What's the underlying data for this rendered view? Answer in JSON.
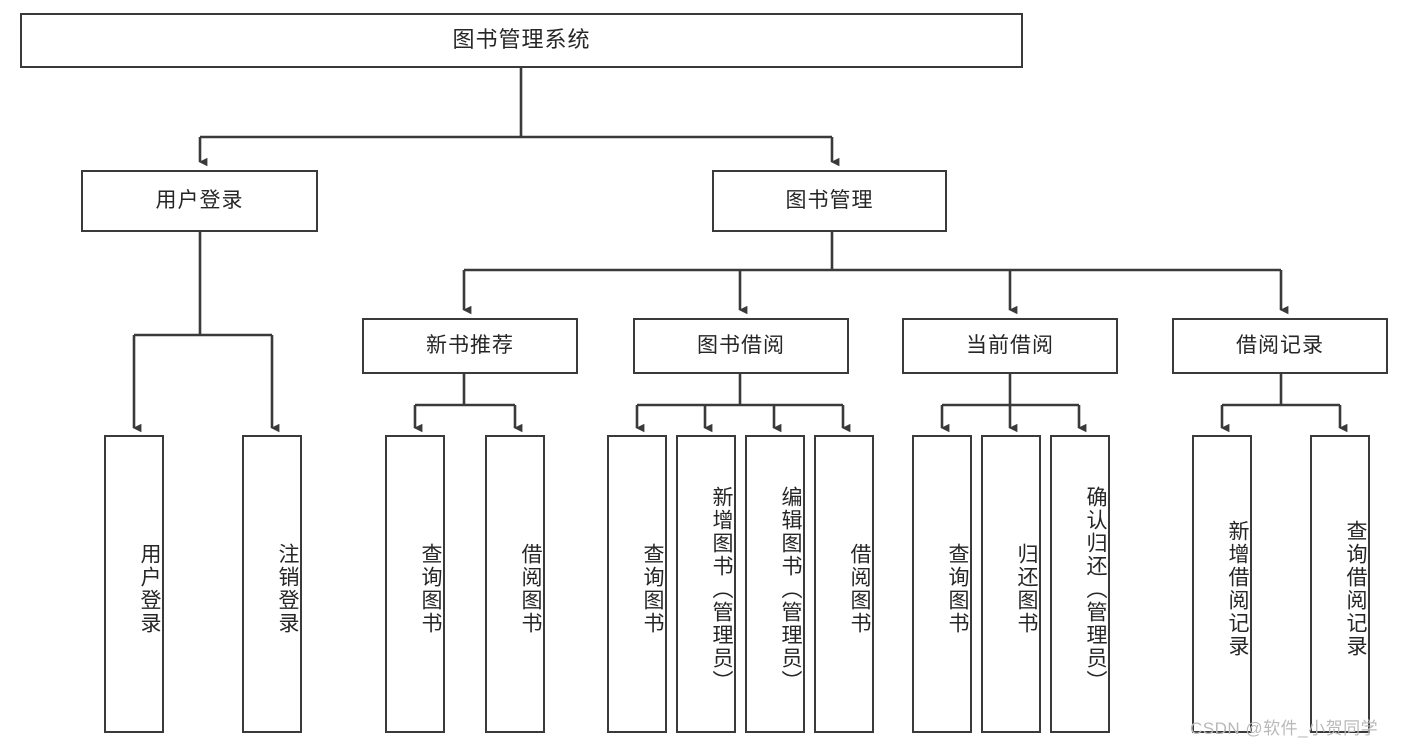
{
  "diagram": {
    "title": "图书管理系统",
    "watermark": "CSDN @软件_小贺同学",
    "stroke_color": "#3a3a3a",
    "text_color": "#262626",
    "background": "#ffffff",
    "root": {
      "label": "图书管理系统"
    },
    "level2": [
      {
        "label": "用户登录"
      },
      {
        "label": "图书管理"
      }
    ],
    "level3": [
      {
        "label": "新书推荐"
      },
      {
        "label": "图书借阅"
      },
      {
        "label": "当前借阅"
      },
      {
        "label": "借阅记录"
      }
    ],
    "leaves": {
      "user_login": [
        {
          "label": "用户登录"
        },
        {
          "label": "注销登录"
        }
      ],
      "new_book_recommend": [
        {
          "label": "查询图书"
        },
        {
          "label": "借阅图书"
        }
      ],
      "book_borrow": [
        {
          "label": "查询图书"
        },
        {
          "label": "新增图书（管理员）"
        },
        {
          "label": "编辑图书（管理员）"
        },
        {
          "label": "借阅图书"
        }
      ],
      "current_borrow": [
        {
          "label": "查询图书"
        },
        {
          "label": "归还图书"
        },
        {
          "label": "确认归还（管理员）"
        }
      ],
      "borrow_record": [
        {
          "label": "新增借阅记录"
        },
        {
          "label": "查询借阅记录"
        }
      ]
    }
  }
}
